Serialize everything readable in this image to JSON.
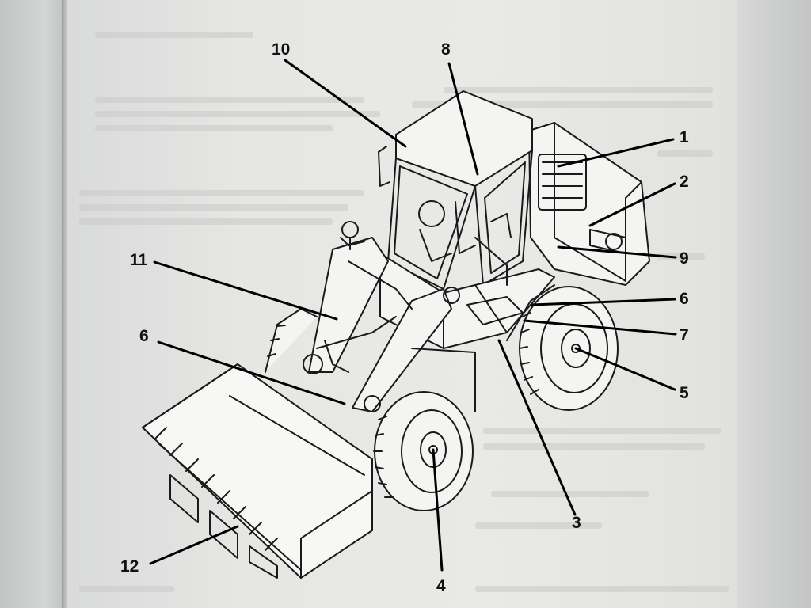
{
  "figure": {
    "subject": "wheel loader",
    "callouts": [
      {
        "id": "c1",
        "label": "1"
      },
      {
        "id": "c2",
        "label": "2"
      },
      {
        "id": "c3",
        "label": "3"
      },
      {
        "id": "c4",
        "label": "4"
      },
      {
        "id": "c5",
        "label": "5"
      },
      {
        "id": "c6r",
        "label": "6"
      },
      {
        "id": "c6l",
        "label": "6"
      },
      {
        "id": "c7",
        "label": "7"
      },
      {
        "id": "c8",
        "label": "8"
      },
      {
        "id": "c9",
        "label": "9"
      },
      {
        "id": "c10",
        "label": "10"
      },
      {
        "id": "c11",
        "label": "11"
      },
      {
        "id": "c12",
        "label": "12"
      }
    ]
  },
  "colors": {
    "paper": "#e8e8e6",
    "ink": "#111111",
    "bleed_through": "#c9cac9"
  }
}
